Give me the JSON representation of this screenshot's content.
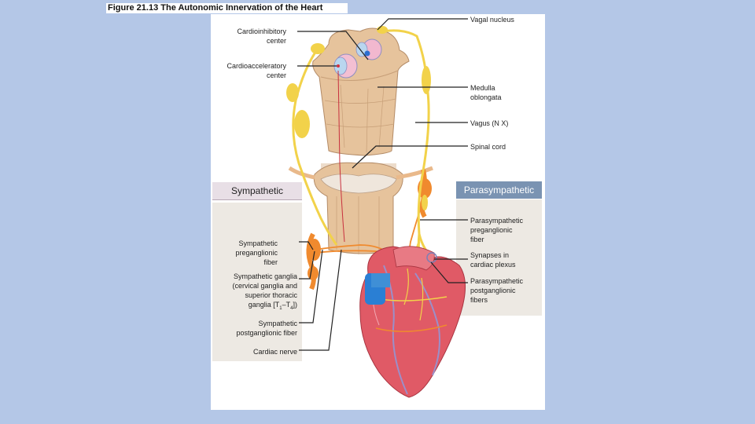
{
  "figure": {
    "title": "Figure 21.13  The Autonomic Innervation of the Heart"
  },
  "headers": {
    "sympathetic": "Sympathetic",
    "parasympathetic": "Parasympathetic"
  },
  "labels": {
    "cardioinhibitory": [
      "Cardioinhibitory",
      "center"
    ],
    "cardioacceleratory": [
      "Cardioacceleratory",
      "center"
    ],
    "vagal_nucleus": "Vagal nucleus",
    "medulla": [
      "Medulla",
      "oblongata"
    ],
    "vagus": "Vagus (N X)",
    "spinal_cord": "Spinal cord",
    "symp_pre": [
      "Sympathetic",
      "preganglionic",
      "fiber"
    ],
    "symp_ganglia": [
      "Sympathetic ganglia",
      "(cervical ganglia and",
      "superior thoracic",
      "ganglia [T",
      "1",
      "–T",
      "4",
      "])"
    ],
    "symp_post": [
      "Sympathetic",
      "postganglionic fiber"
    ],
    "cardiac_nerve": "Cardiac nerve",
    "para_pre": [
      "Parasympathetic",
      "preganglionic",
      "fiber"
    ],
    "synapses": [
      "Synapses in",
      "cardiac plexus"
    ],
    "para_post": [
      "Parasympathetic",
      "postganglionic",
      "fibers"
    ]
  },
  "colors": {
    "background": "#b4c7e7",
    "nerve_yellow": "#f2d24a",
    "sympathetic_orange": "#f08a2e",
    "tissue_tan": "#e8c9a6",
    "heart_red": "#e05a66",
    "vessel_blue": "#3f8fd6"
  }
}
